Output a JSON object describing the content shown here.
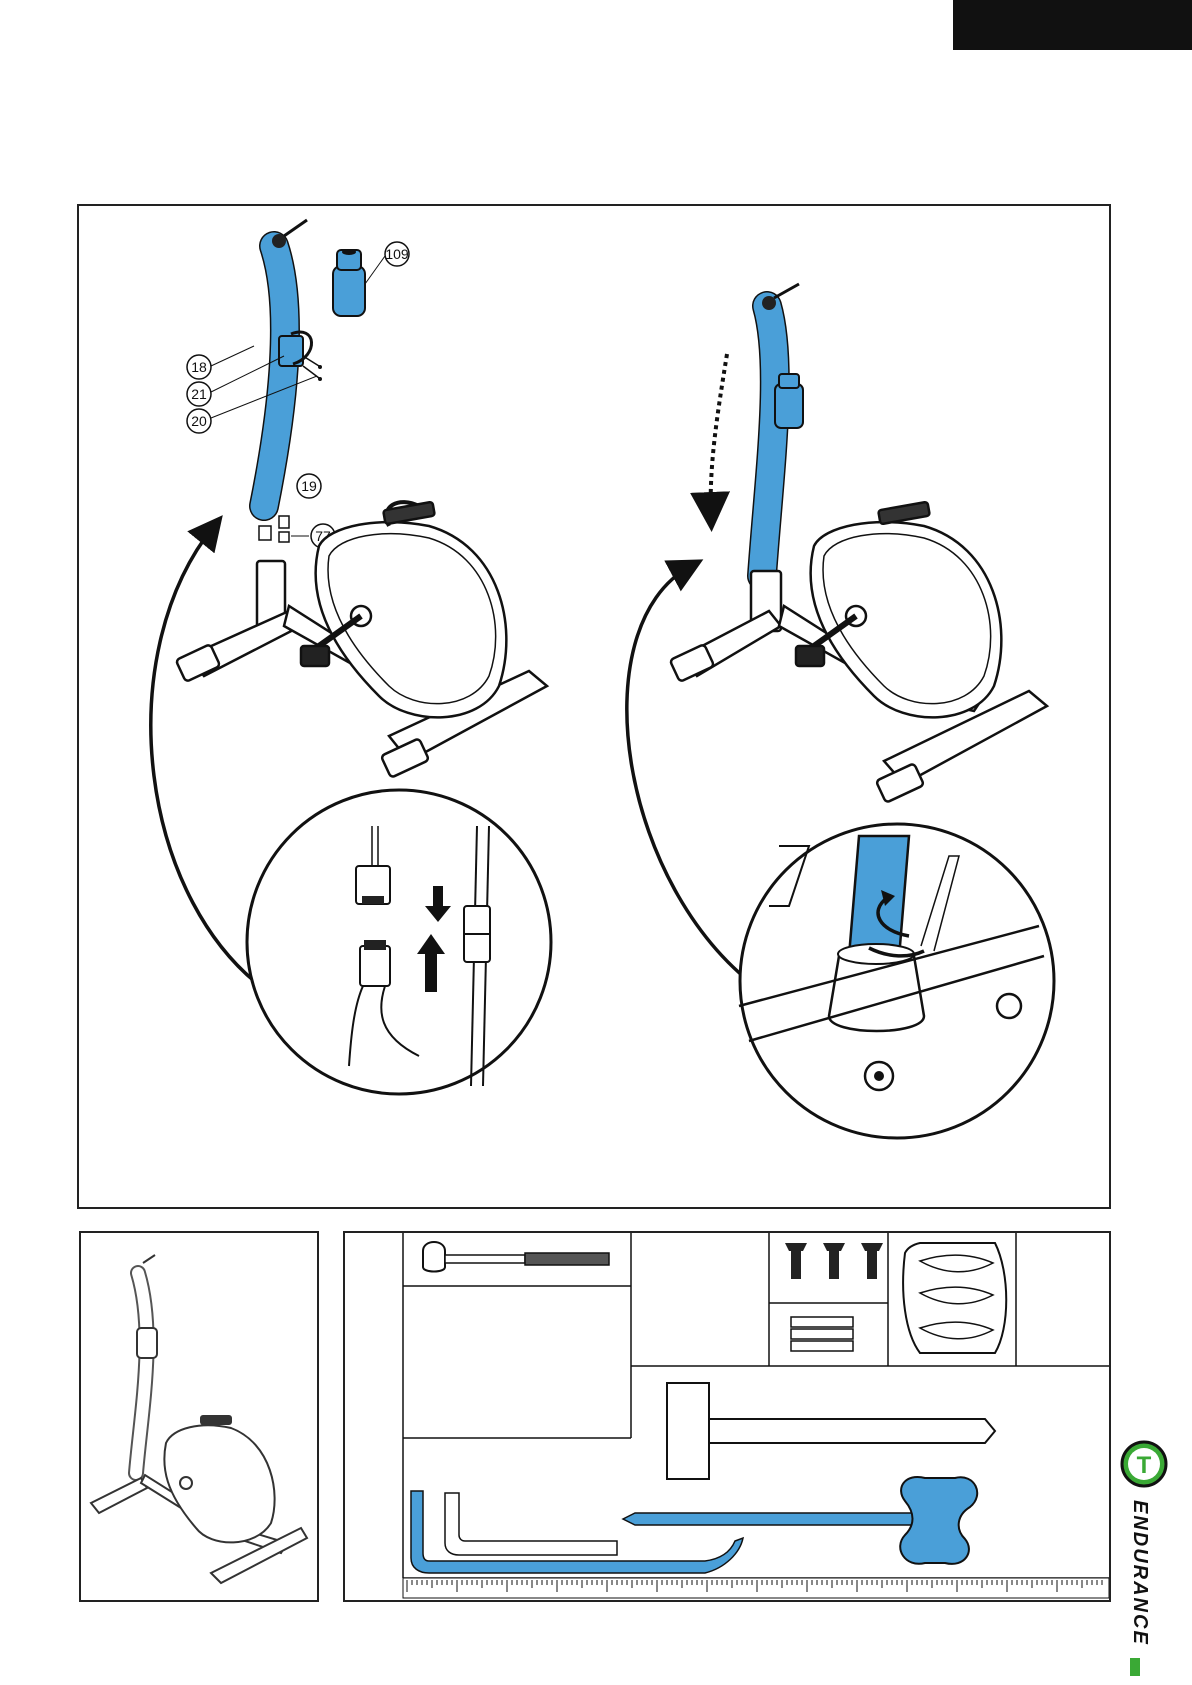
{
  "callouts": {
    "c109": "109",
    "c18": "18",
    "c21": "21",
    "c20": "20",
    "c19": "19",
    "c77": "77"
  },
  "brand": {
    "logo_letter": "T",
    "wordmark": "ENDURANCE",
    "accent": "#3aa935"
  },
  "colors": {
    "part_blue": "#4a9fd8",
    "line": "#111111"
  },
  "icons": [
    "arrow-down-icon",
    "arrow-up-icon",
    "rotate-arrow-icon",
    "curved-arrow-icon"
  ]
}
